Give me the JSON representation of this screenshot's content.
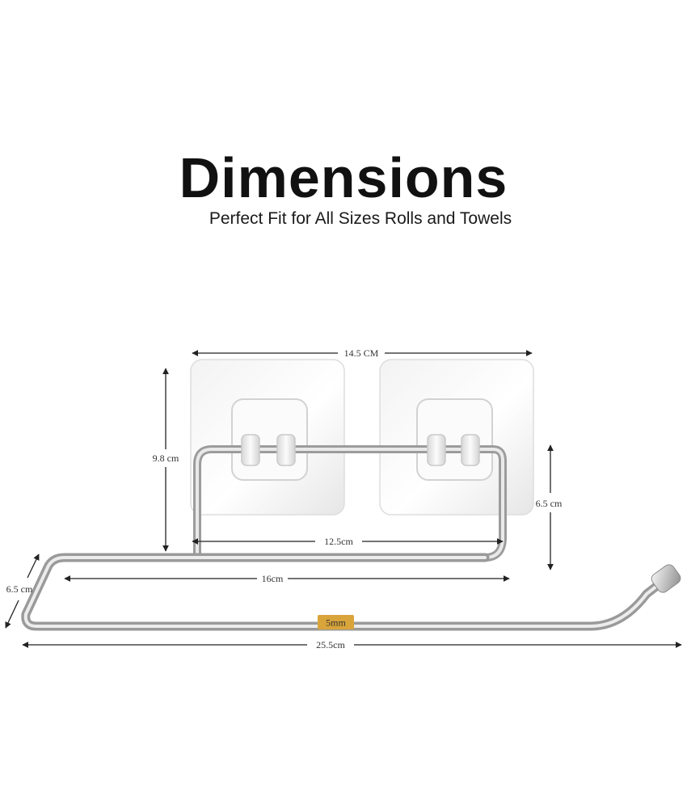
{
  "header": {
    "title": "Dimensions",
    "subtitle": "Perfect Fit for All Sizes Rolls and Towels"
  },
  "dimensions": {
    "top_width": "14.5 CM",
    "left_height": "9.8 cm",
    "right_height": "6.5 cm",
    "inner_width": "12.5cm",
    "middle_width": "16cm",
    "depth": "6.5 cm",
    "rod_diameter": "5mm",
    "total_width": "25.5cm"
  },
  "colors": {
    "text": "#111111",
    "arrow": "#222222",
    "chrome": "#b9b9b9",
    "badge": "#d9a43a"
  }
}
